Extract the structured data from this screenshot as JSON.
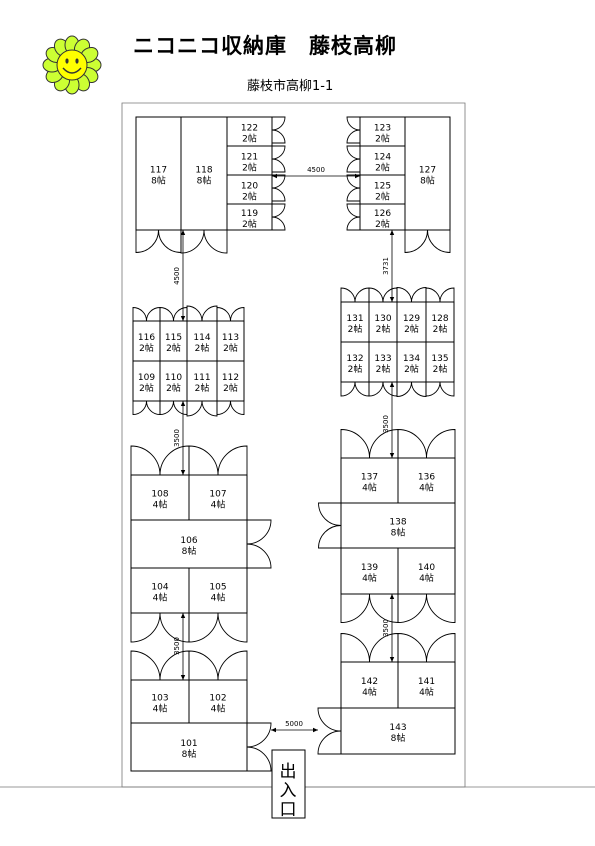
{
  "header": {
    "title": "ニコニコ収納庫　藤枝高柳",
    "address": "藤枝市高柳1-1"
  },
  "logo": {
    "icon": "smiling-flower-icon",
    "petal_color": "#ccff33",
    "face_color": "#ffff00"
  },
  "entrance": {
    "label": "出入口"
  },
  "units": [
    {
      "id": "117",
      "size": "8帖"
    },
    {
      "id": "118",
      "size": "8帖"
    },
    {
      "id": "122",
      "size": "2帖"
    },
    {
      "id": "121",
      "size": "2帖"
    },
    {
      "id": "120",
      "size": "2帖"
    },
    {
      "id": "119",
      "size": "2帖"
    },
    {
      "id": "123",
      "size": "2帖"
    },
    {
      "id": "124",
      "size": "2帖"
    },
    {
      "id": "125",
      "size": "2帖"
    },
    {
      "id": "126",
      "size": "2帖"
    },
    {
      "id": "127",
      "size": "8帖"
    },
    {
      "id": "116",
      "size": "2帖"
    },
    {
      "id": "115",
      "size": "2帖"
    },
    {
      "id": "114",
      "size": "2帖"
    },
    {
      "id": "113",
      "size": "2帖"
    },
    {
      "id": "109",
      "size": "2帖"
    },
    {
      "id": "110",
      "size": "2帖"
    },
    {
      "id": "111",
      "size": "2帖"
    },
    {
      "id": "112",
      "size": "2帖"
    },
    {
      "id": "131",
      "size": "2帖"
    },
    {
      "id": "130",
      "size": "2帖"
    },
    {
      "id": "129",
      "size": "2帖"
    },
    {
      "id": "128",
      "size": "2帖"
    },
    {
      "id": "132",
      "size": "2帖"
    },
    {
      "id": "133",
      "size": "2帖"
    },
    {
      "id": "134",
      "size": "2帖"
    },
    {
      "id": "135",
      "size": "2帖"
    },
    {
      "id": "108",
      "size": "4帖"
    },
    {
      "id": "107",
      "size": "4帖"
    },
    {
      "id": "106",
      "size": "8帖"
    },
    {
      "id": "104",
      "size": "4帖"
    },
    {
      "id": "105",
      "size": "4帖"
    },
    {
      "id": "137",
      "size": "4帖"
    },
    {
      "id": "136",
      "size": "4帖"
    },
    {
      "id": "138",
      "size": "8帖"
    },
    {
      "id": "139",
      "size": "4帖"
    },
    {
      "id": "140",
      "size": "4帖"
    },
    {
      "id": "103",
      "size": "4帖"
    },
    {
      "id": "102",
      "size": "4帖"
    },
    {
      "id": "101",
      "size": "8帖"
    },
    {
      "id": "142",
      "size": "4帖"
    },
    {
      "id": "141",
      "size": "4帖"
    },
    {
      "id": "143",
      "size": "8帖"
    }
  ],
  "dimensions": [
    {
      "id": "d4500h",
      "value": "4500"
    },
    {
      "id": "d4500v",
      "value": "4500"
    },
    {
      "id": "d3731",
      "value": "3731"
    },
    {
      "id": "d3500a",
      "value": "3500"
    },
    {
      "id": "d3500b",
      "value": "3500"
    },
    {
      "id": "d3500c",
      "value": "3500"
    },
    {
      "id": "d3500d",
      "value": "3500"
    },
    {
      "id": "d5000",
      "value": "5000"
    }
  ]
}
